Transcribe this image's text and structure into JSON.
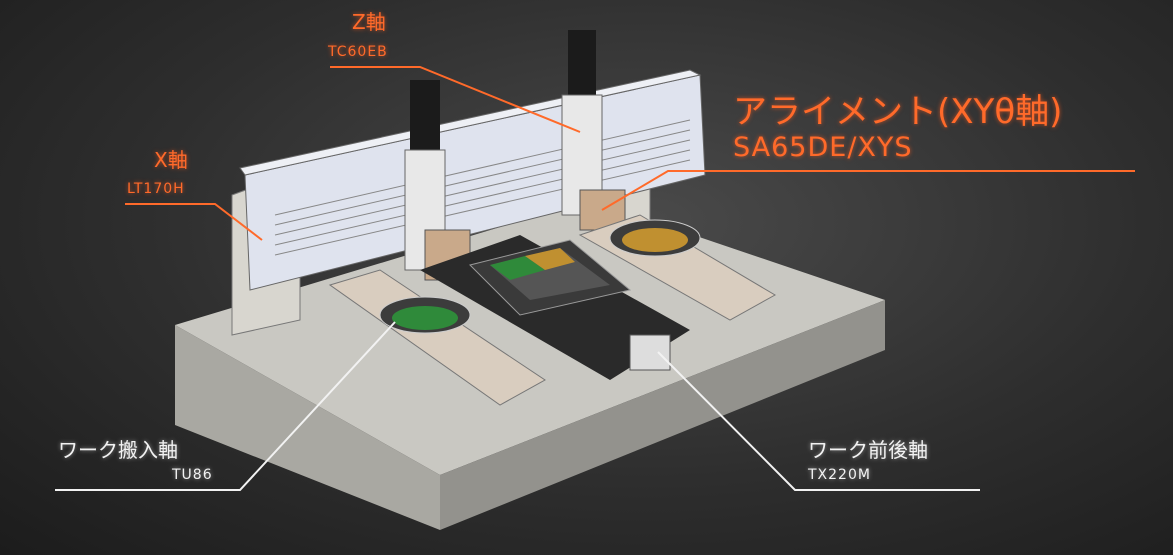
{
  "labels": {
    "z_axis": {
      "title": "Z軸",
      "model": "TC60EB"
    },
    "x_axis": {
      "title": "X軸",
      "model": "LT170H"
    },
    "alignment": {
      "title": "アライメント(XYθ軸)",
      "model": "SA65DE/XYS"
    },
    "work_in": {
      "title": "ワーク搬入軸",
      "model": "TU86"
    },
    "work_fb": {
      "title": "ワーク前後軸",
      "model": "TX220M"
    }
  },
  "colors": {
    "accent": "#ff6a2a",
    "white_label": "#f2f2f2"
  }
}
